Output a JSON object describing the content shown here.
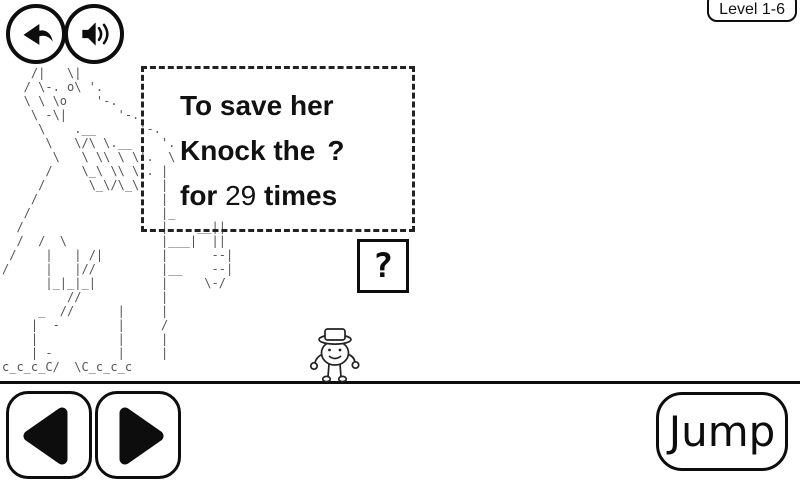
{
  "header": {
    "level_label": "Level 1-6",
    "icons": [
      "back-icon",
      "speaker-icon"
    ]
  },
  "instruction_bubble": {
    "line1": "To save her",
    "line2_prefix": "Knock the",
    "line2_symbol": "?",
    "line3_prefix": "for",
    "line3_number": "29",
    "line3_suffix": "times"
  },
  "question_box": {
    "symbol": "?"
  },
  "controls": {
    "left_label": "move-left",
    "right_label": "move-right",
    "jump_label": "Jump"
  },
  "ascii_art": {
    "description": "dashed line-art dog standing on hind legs",
    "text": "\n    /|   \\|\n   / \\-. o\\ '.\n   \\ \\ \\o    '-.\n    \\ -\\|       '-.\n     \\    .__      '-.\n      \\   \\/\\ \\.__    '.\n       \\   \\ \\\\ \\ \\'.  \\\n      /    \\_\\ \\\\ \\'. |\n     /      \\_\\/\\_\\   |\n    /                 |\n   /                  |_\n  /                   |    __||\n  /  /  \\             |___|  ||\n /    |   | /|        |      --|\n/     |   |//         |__    --|\n      |_|_|_|         |     \\-/\n         //           |\n     _  //      |     |\n    |  -        |     /\n    |           |     |\n    | -         |     |\nc_c_c_C/  \\C_c_c_c"
  },
  "colors": {
    "ink": "#0d0d0d",
    "art": "#555555",
    "background": "#ffffff"
  }
}
